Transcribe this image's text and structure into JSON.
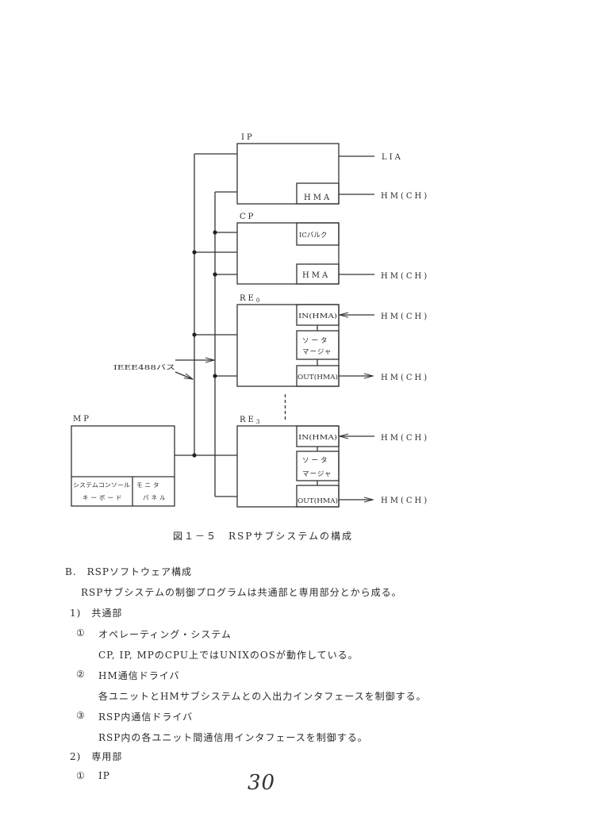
{
  "figure": {
    "units": {
      "ip": {
        "label": "IP",
        "sub": {
          "hma": "HMA"
        },
        "links": {
          "lia": "LIA",
          "hm": "HM(CH)"
        }
      },
      "cp": {
        "label": "CP",
        "sub": {
          "ic_bulk": "ICバルク",
          "hma": "HMA"
        },
        "links": {
          "hm": "HM(CH)"
        }
      },
      "re0": {
        "label": "RE",
        "subscript": "0",
        "sub": {
          "in": "IN(HMA)",
          "sorter_1": "ソータ",
          "sorter_2": "マージャ",
          "out": "OUT(HMA)"
        },
        "links": {
          "in": "HM(CH)",
          "out": "HM(CH)"
        }
      },
      "re3": {
        "label": "RE",
        "subscript": "3",
        "sub": {
          "in": "IN(HMA)",
          "sorter_1": "ソータ",
          "sorter_2": "マージャ",
          "out": "OUT(HMA)"
        },
        "links": {
          "in": "HM(CH)",
          "out": "HM(CH)"
        }
      },
      "mp": {
        "label": "MP",
        "sub": {
          "console_1": "システムコンソール",
          "console_2": "キーボード",
          "monitor_1": "モニタ",
          "monitor_2": "パネル"
        }
      }
    },
    "bus_label": "IEEE488バス",
    "caption": "図１－５　RSPサブシステムの構成"
  },
  "body": {
    "section_heading": "B.　RSPソフトウェア構成",
    "intro": "RSPサブシステムの制御プログラムは共通部と専用部分とから成る。",
    "sub1_heading": "1)　共通部",
    "items_common": [
      {
        "marker": "①",
        "title": "オペレーティング・システム",
        "desc": "CP, IP, MPのCPU上ではUNIXのOSが動作している。"
      },
      {
        "marker": "②",
        "title": "HM通信ドライバ",
        "desc": "各ユニットとHMサブシステムとの入出力インタフェースを制御する。"
      },
      {
        "marker": "③",
        "title": "RSP内通信ドライバ",
        "desc": "RSP内の各ユニット間通信用インタフェースを制御する。"
      }
    ],
    "sub2_heading": "2)　専用部",
    "items_dedicated": [
      {
        "marker": "①",
        "title": "IP"
      }
    ]
  },
  "page_number": "30"
}
